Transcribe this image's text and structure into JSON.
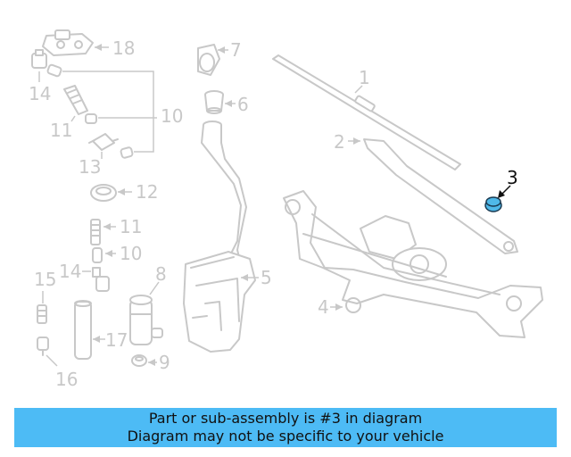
{
  "diagram": {
    "callouts": {
      "c1": "1",
      "c2": "2",
      "c3": "3",
      "c4": "4",
      "c5": "5",
      "c6": "6",
      "c7": "7",
      "c8": "8",
      "c9": "9",
      "c10a": "10",
      "c10b": "10",
      "c11a": "11",
      "c11b": "11",
      "c12": "12",
      "c13": "13",
      "c14a": "14",
      "c14b": "14",
      "c15": "15",
      "c16": "16",
      "c17": "17",
      "c18": "18"
    },
    "highlighted_part": "3",
    "highlight_color": "#4fb8e8"
  },
  "banner": {
    "line1": "Part or sub-assembly is #3 in diagram",
    "line2": "Diagram may not be specific to your vehicle",
    "background": "#4dbbf5"
  }
}
